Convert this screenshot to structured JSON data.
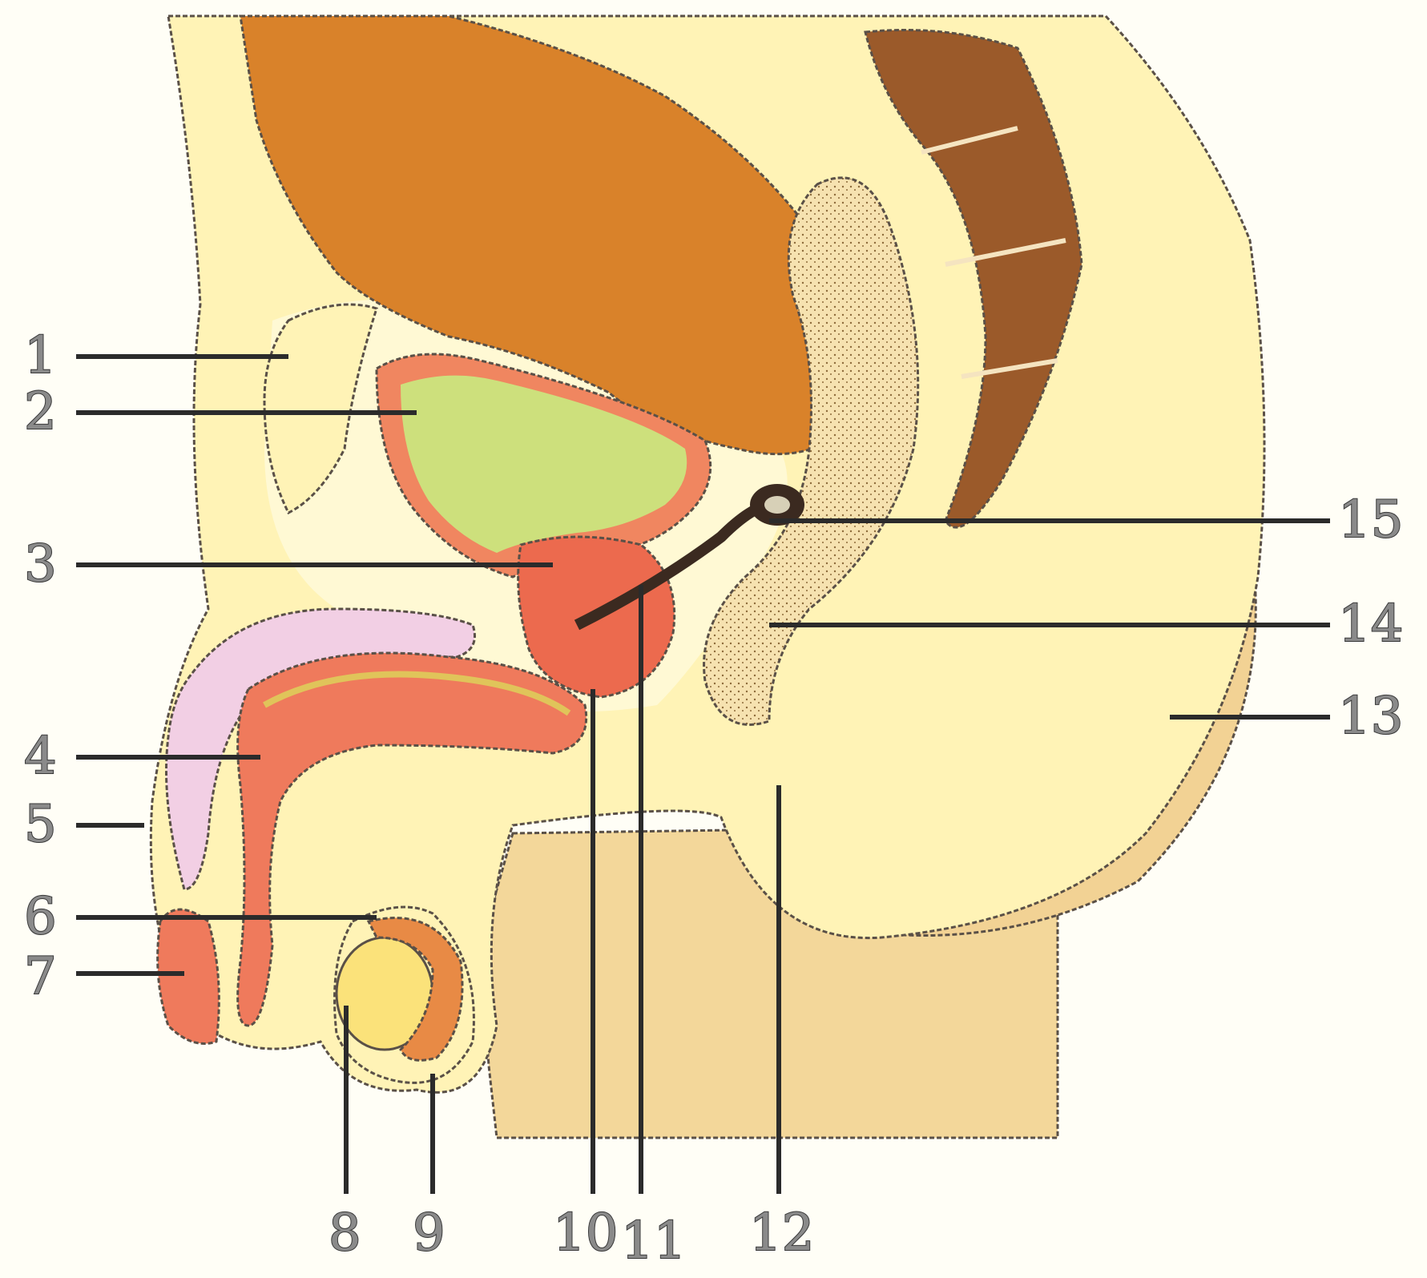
{
  "colors": {
    "background": "#fffef6",
    "skin_yellow": "#fff3b6",
    "pale_cream": "#fff9d4",
    "buttock_shadow": "#f3d79a",
    "intestine_orange": "#d9822a",
    "intestine_brown": "#a35c1c",
    "sacrum_brown": "#9b5a2a",
    "bladder_wall": "#f08660",
    "bladder_lumen": "#cde07c",
    "prostate_red": "#ec6a4e",
    "erectile_red": "#ef7a5c",
    "cavernosum_pink": "#f2cfe4",
    "testis_yellow": "#fbe27a",
    "epididymis_orange": "#e88a45",
    "rectal_wall_speckle": "#f0d9a6",
    "leader_line": "#2b2b2b",
    "label_text": "#8a8a8a"
  },
  "labels": [
    {
      "id": "1",
      "text": "1"
    },
    {
      "id": "2",
      "text": "2"
    },
    {
      "id": "3",
      "text": "3"
    },
    {
      "id": "4",
      "text": "4"
    },
    {
      "id": "5",
      "text": "5"
    },
    {
      "id": "6",
      "text": "6"
    },
    {
      "id": "7",
      "text": "7"
    },
    {
      "id": "8",
      "text": "8"
    },
    {
      "id": "9",
      "text": "9"
    },
    {
      "id": "10",
      "text": "10"
    },
    {
      "id": "11",
      "text": "11"
    },
    {
      "id": "12",
      "text": "12"
    },
    {
      "id": "13",
      "text": "13"
    },
    {
      "id": "14",
      "text": "14"
    },
    {
      "id": "15",
      "text": "15"
    }
  ]
}
